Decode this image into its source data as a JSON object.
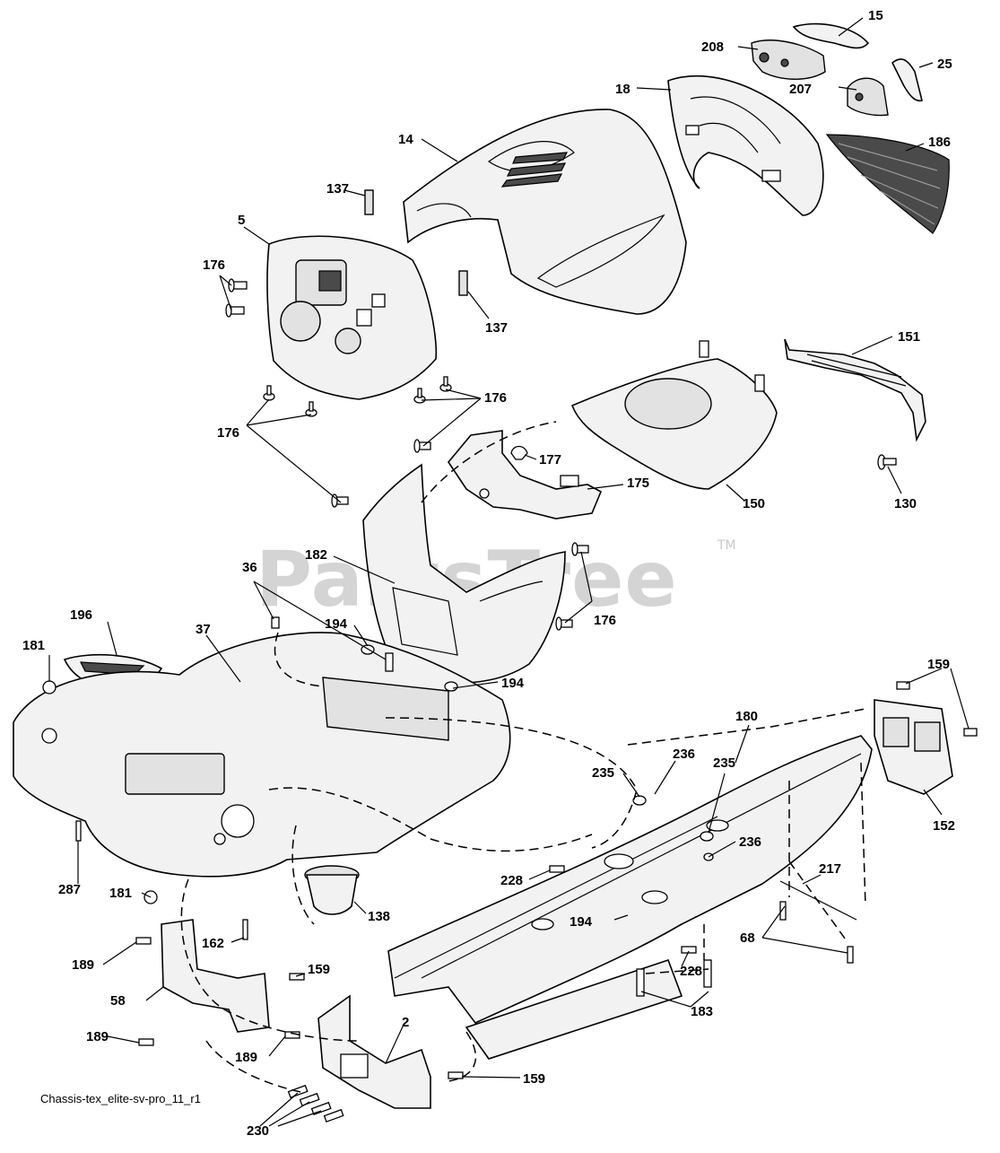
{
  "watermark": {
    "brand": "PartsTree",
    "trademark": "TM"
  },
  "caption": "Chassis-tex_elite-sv-pro_11_r1",
  "labels": {
    "l15": "15",
    "l208": "208",
    "l25": "25",
    "l18": "18",
    "l207": "207",
    "l186": "186",
    "l14": "14",
    "l137a": "137",
    "l137b": "137",
    "l5": "5",
    "l176a": "176",
    "l176b": "176",
    "l176c": "176",
    "l176d": "176",
    "l151": "151",
    "l130": "130",
    "l177": "177",
    "l175": "175",
    "l150": "150",
    "l182": "182",
    "l36": "36",
    "l196": "196",
    "l37": "37",
    "l194a": "194",
    "l194b": "194",
    "l181a": "181",
    "l181b": "181",
    "l159a": "159",
    "l159b": "159",
    "l159c": "159",
    "l180": "180",
    "l236a": "236",
    "l236b": "236",
    "l235a": "235",
    "l235b": "235",
    "l152": "152",
    "l287": "287",
    "l228a": "228",
    "l228b": "228",
    "l217": "217",
    "l194c": "194",
    "l138": "138",
    "l162": "162",
    "l68": "68",
    "l189a": "189",
    "l189b": "189",
    "l189c": "189",
    "l58": "58",
    "l2": "2",
    "l183": "183",
    "l230": "230"
  }
}
